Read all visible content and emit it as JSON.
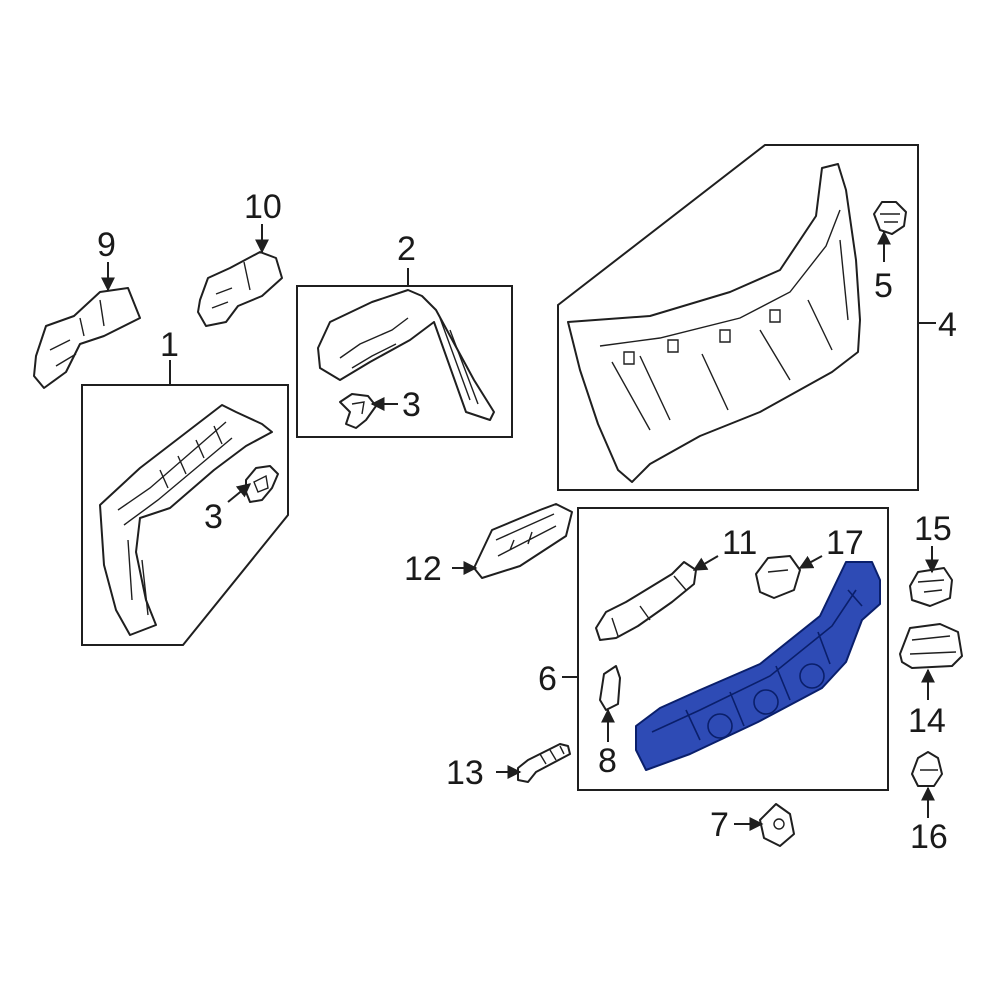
{
  "diagram": {
    "highlight_color": "#2e4bb5",
    "callouts": {
      "c1": "1",
      "c2": "2",
      "c3a": "3",
      "c3b": "3",
      "c4": "4",
      "c5": "5",
      "c6": "6",
      "c7": "7",
      "c8": "8",
      "c9": "9",
      "c10": "10",
      "c11": "11",
      "c12": "12",
      "c13": "13",
      "c14": "14",
      "c15": "15",
      "c16": "16",
      "c17": "17"
    }
  }
}
